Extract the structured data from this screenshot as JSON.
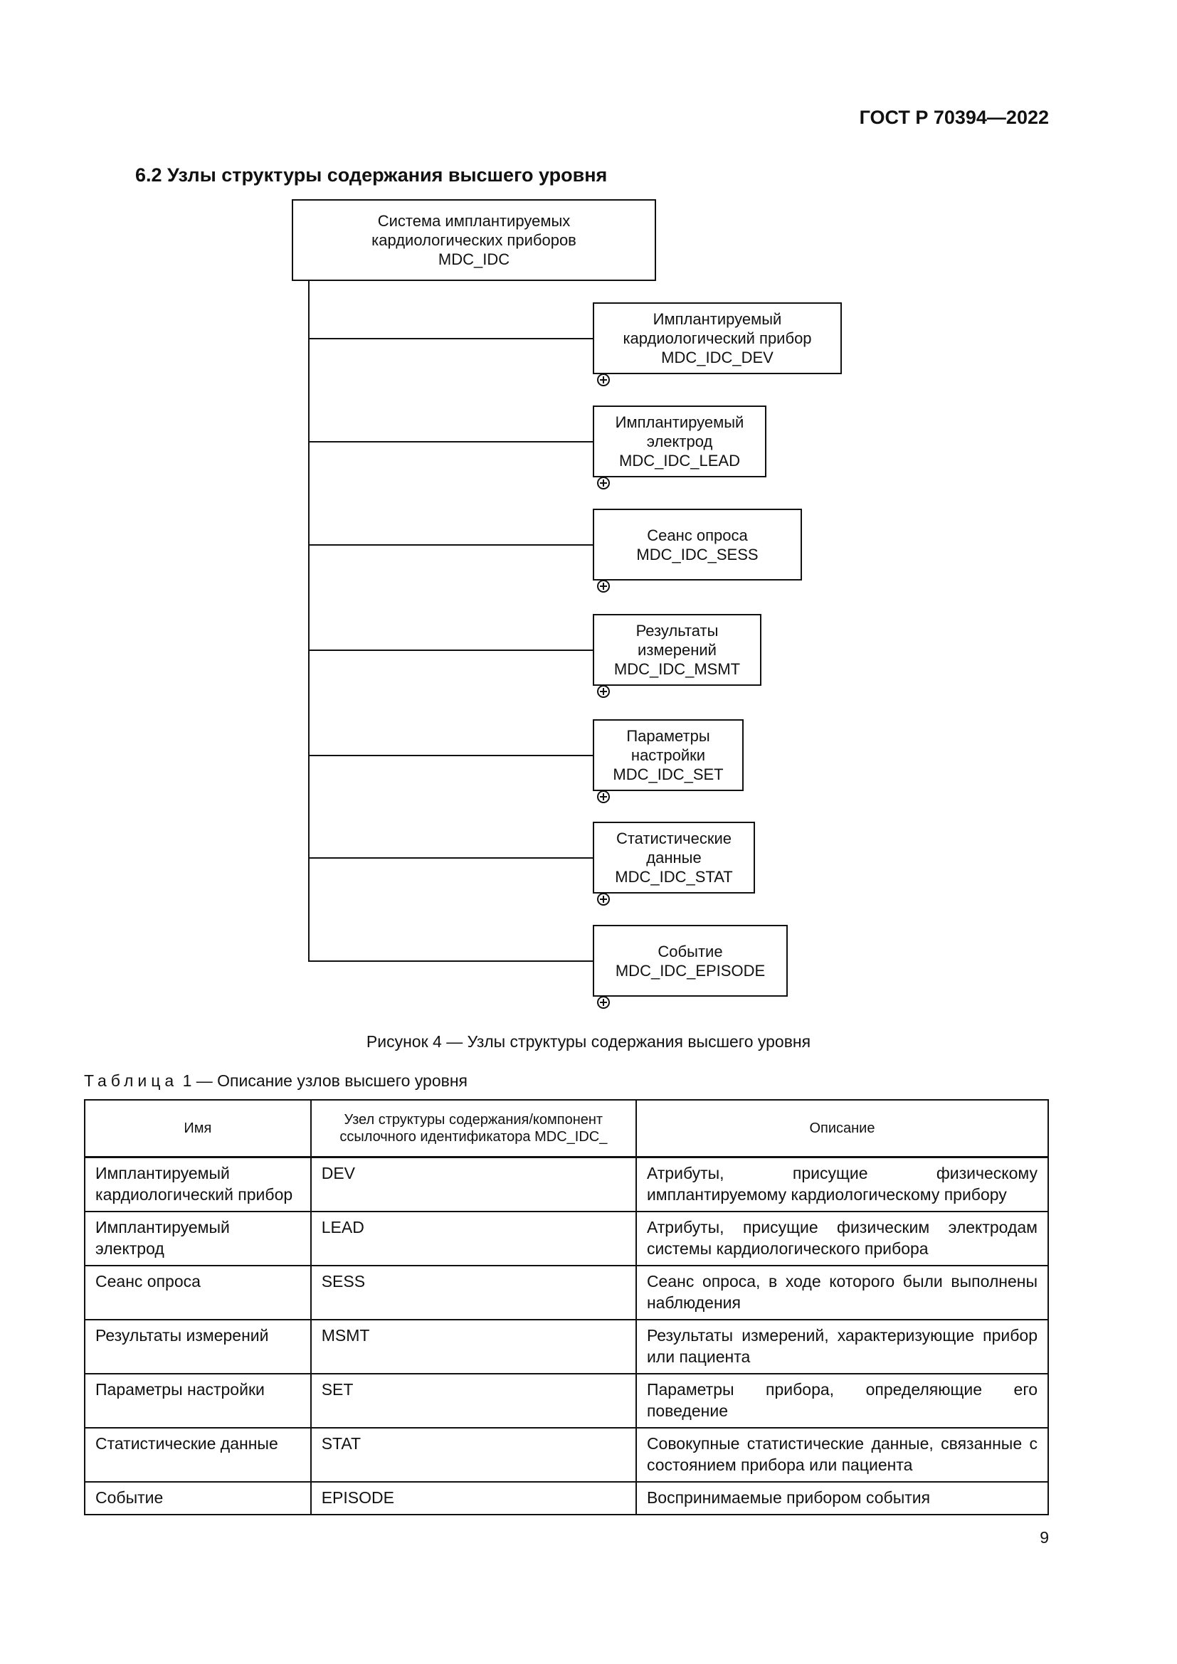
{
  "header": {
    "doc_id": "ГОСТ Р 70394—2022"
  },
  "section": {
    "title": "6.2 Узлы структуры содержания высшего уровня"
  },
  "diagram": {
    "root": {
      "line1": "Система имплантируемых",
      "line2": "кардиологических приборов",
      "line3": "MDC_IDC"
    },
    "children": [
      {
        "line1": "Имплантируемый",
        "line2": "кардиологический прибор",
        "line3": "MDC_IDC_DEV"
      },
      {
        "line1": "Имплантируемый",
        "line2": "электрод",
        "line3": "MDC_IDC_LEAD"
      },
      {
        "line1": "Сеанс опроса",
        "line2": "MDC_IDC_SESS"
      },
      {
        "line1": "Результаты",
        "line2": "измерений",
        "line3": "MDC_IDC_MSMT"
      },
      {
        "line1": "Параметры",
        "line2": "настройки",
        "line3": "MDC_IDC_SET"
      },
      {
        "line1": "Статистические",
        "line2": "данные",
        "line3": "MDC_IDC_STAT"
      },
      {
        "line1": "Событие",
        "line2": "MDC_IDC_EPISODE"
      }
    ]
  },
  "figure_caption": "Рисунок 4 — Узлы структуры содержания высшего уровня",
  "table": {
    "label": "Таблица",
    "title": "1 — Описание узлов высшего уровня",
    "headers": {
      "name": "Имя",
      "node_line1": "Узел структуры содержания/компонент",
      "node_line2": "ссылочного идентификатора MDC_IDC_",
      "description": "Описание"
    },
    "rows": [
      {
        "name": "Имплантируемый кардиологический прибор",
        "node": "DEV",
        "description": "Атрибуты, присущие физическому имплантируемому кардиологическому прибору"
      },
      {
        "name": "Имплантируемый электрод",
        "node": "LEAD",
        "description": "Атрибуты, присущие физическим электродам системы кардиологического прибора"
      },
      {
        "name": "Сеанс опроса",
        "node": "SESS",
        "description": "Сеанс опроса, в ходе которого были выполнены наблюдения"
      },
      {
        "name": "Результаты измерений",
        "node": "MSMT",
        "description": "Результаты измерений, характеризующие прибор или пациента"
      },
      {
        "name": "Параметры настройки",
        "node": "SET",
        "description": "Параметры прибора, определяющие его поведение"
      },
      {
        "name": "Статистические данные",
        "node": "STAT",
        "description": "Совокупные статистические данные, связанные с состоянием прибора или пациента"
      },
      {
        "name": "Событие",
        "node": "EPISODE",
        "description": "Воспринимаемые прибором события"
      }
    ]
  },
  "page_number": "9"
}
